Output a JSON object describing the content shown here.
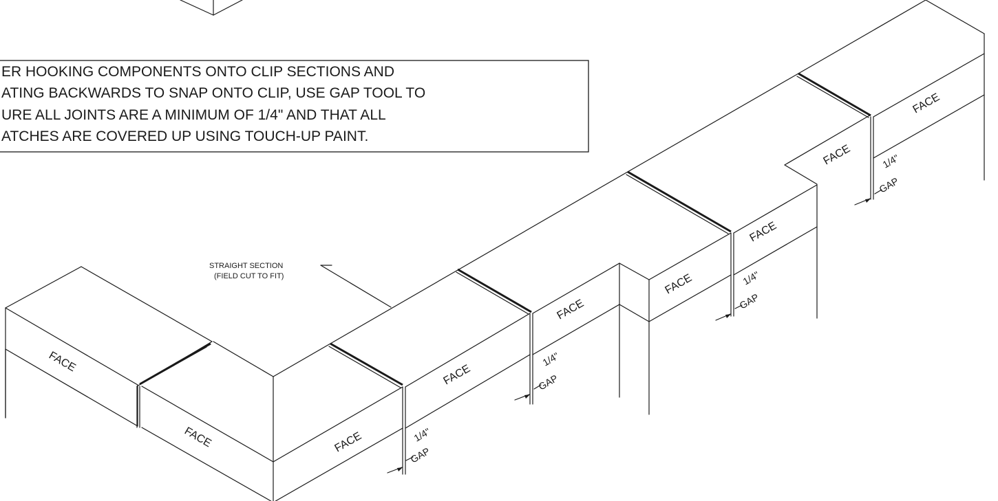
{
  "note": {
    "lines": [
      "ER HOOKING COMPONENTS ONTO CLIP SECTIONS AND",
      "ATING BACKWARDS TO SNAP ONTO CLIP, USE GAP TOOL TO",
      "URE ALL JOINTS ARE A MINIMUM OF 1/4\" AND THAT ALL",
      "ATCHES ARE COVERED UP USING TOUCH-UP PAINT."
    ]
  },
  "callout": {
    "line1": "STRAIGHT SECTION",
    "line2": "(FIELD CUT TO FIT)"
  },
  "face_label": "FACE",
  "gap_labels": {
    "size": "1/4\"",
    "word": "GAP"
  }
}
